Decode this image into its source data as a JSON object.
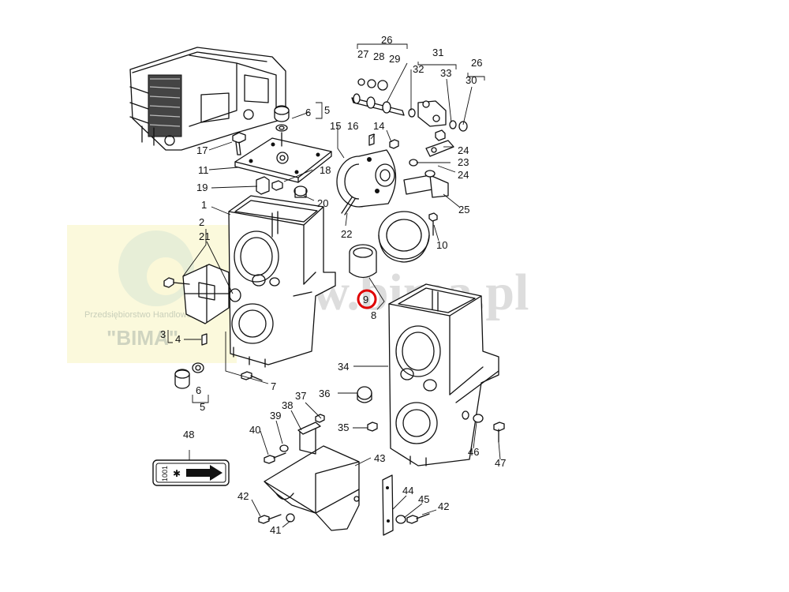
{
  "watermark": {
    "site": "www.bima.pl",
    "company_line": "Przedsiębiorstwo Handlowe",
    "company_name": "\"BIMA\""
  },
  "arrow_label": {
    "code": "1001",
    "symbol": "✱"
  },
  "highlight": {
    "part": "9",
    "color": "#e00000"
  },
  "callouts": {
    "c1": "1",
    "c2": "2",
    "c3": "3",
    "c4": "4",
    "c5a": "5",
    "c5b": "5",
    "c6a": "6",
    "c6b": "6",
    "c7": "7",
    "c8": "8",
    "c9": "9",
    "c10": "10",
    "c11": "11",
    "c14": "14",
    "c15": "15",
    "c16": "16",
    "c17": "17",
    "c18": "18",
    "c19": "19",
    "c20": "20",
    "c21": "21",
    "c22": "22",
    "c23": "23",
    "c24a": "24",
    "c24b": "24",
    "c25": "25",
    "c26a": "26",
    "c26b": "26",
    "c27": "27",
    "c28": "28",
    "c29": "29",
    "c30": "30",
    "c31": "31",
    "c32": "32",
    "c33": "33",
    "c34": "34",
    "c35": "35",
    "c36": "36",
    "c37": "37",
    "c38": "38",
    "c39": "39",
    "c40": "40",
    "c41": "41",
    "c42a": "42",
    "c42b": "42",
    "c43": "43",
    "c44": "44",
    "c45": "45",
    "c46": "46",
    "c47": "47",
    "c48": "48"
  }
}
